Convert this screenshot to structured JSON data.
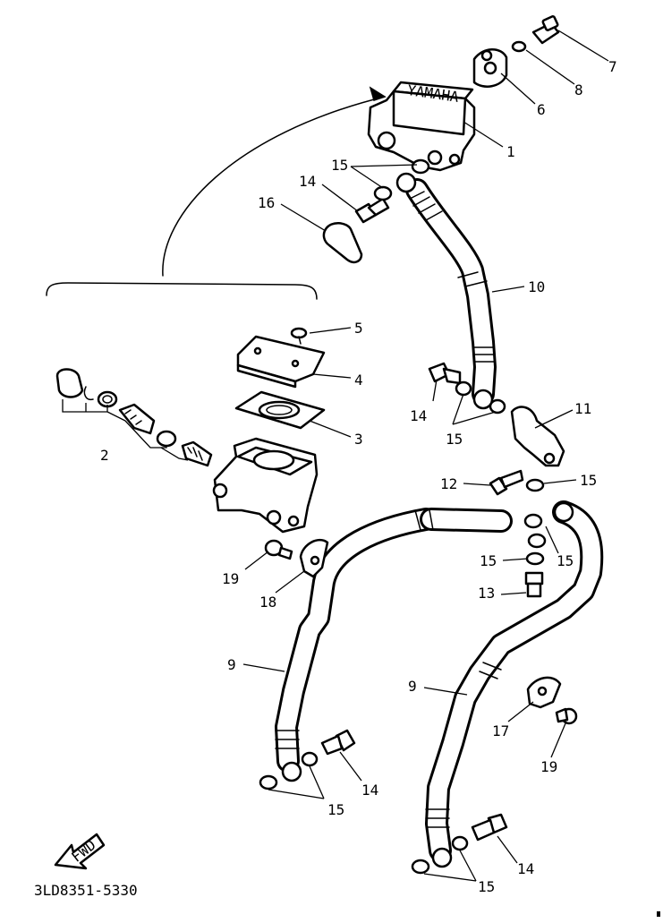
{
  "diagram": {
    "callouts": [
      {
        "id": "c7",
        "text": "7"
      },
      {
        "id": "c8",
        "text": "8"
      },
      {
        "id": "c6",
        "text": "6"
      },
      {
        "id": "c1",
        "text": "1"
      },
      {
        "id": "c15a",
        "text": "15"
      },
      {
        "id": "c14a",
        "text": "14"
      },
      {
        "id": "c16",
        "text": "16"
      },
      {
        "id": "c10",
        "text": "10"
      },
      {
        "id": "c5",
        "text": "5"
      },
      {
        "id": "c4",
        "text": "4"
      },
      {
        "id": "c3",
        "text": "3"
      },
      {
        "id": "c2",
        "text": "2"
      },
      {
        "id": "c14b",
        "text": "14"
      },
      {
        "id": "c15b",
        "text": "15"
      },
      {
        "id": "c11",
        "text": "11"
      },
      {
        "id": "c12",
        "text": "12"
      },
      {
        "id": "c15c",
        "text": "15"
      },
      {
        "id": "c15d",
        "text": "15"
      },
      {
        "id": "c15e",
        "text": "15"
      },
      {
        "id": "c13",
        "text": "13"
      },
      {
        "id": "c19a",
        "text": "19"
      },
      {
        "id": "c18",
        "text": "18"
      },
      {
        "id": "c9a",
        "text": "9"
      },
      {
        "id": "c9b",
        "text": "9"
      },
      {
        "id": "c17",
        "text": "17"
      },
      {
        "id": "c19b",
        "text": "19"
      },
      {
        "id": "c14c",
        "text": "14"
      },
      {
        "id": "c15f",
        "text": "15"
      },
      {
        "id": "c14d",
        "text": "14"
      },
      {
        "id": "c15g",
        "text": "15"
      }
    ],
    "fwd_label": "FWD",
    "brand_mark": "YAMAHA",
    "drawing_code": "3LD8351-5330"
  }
}
